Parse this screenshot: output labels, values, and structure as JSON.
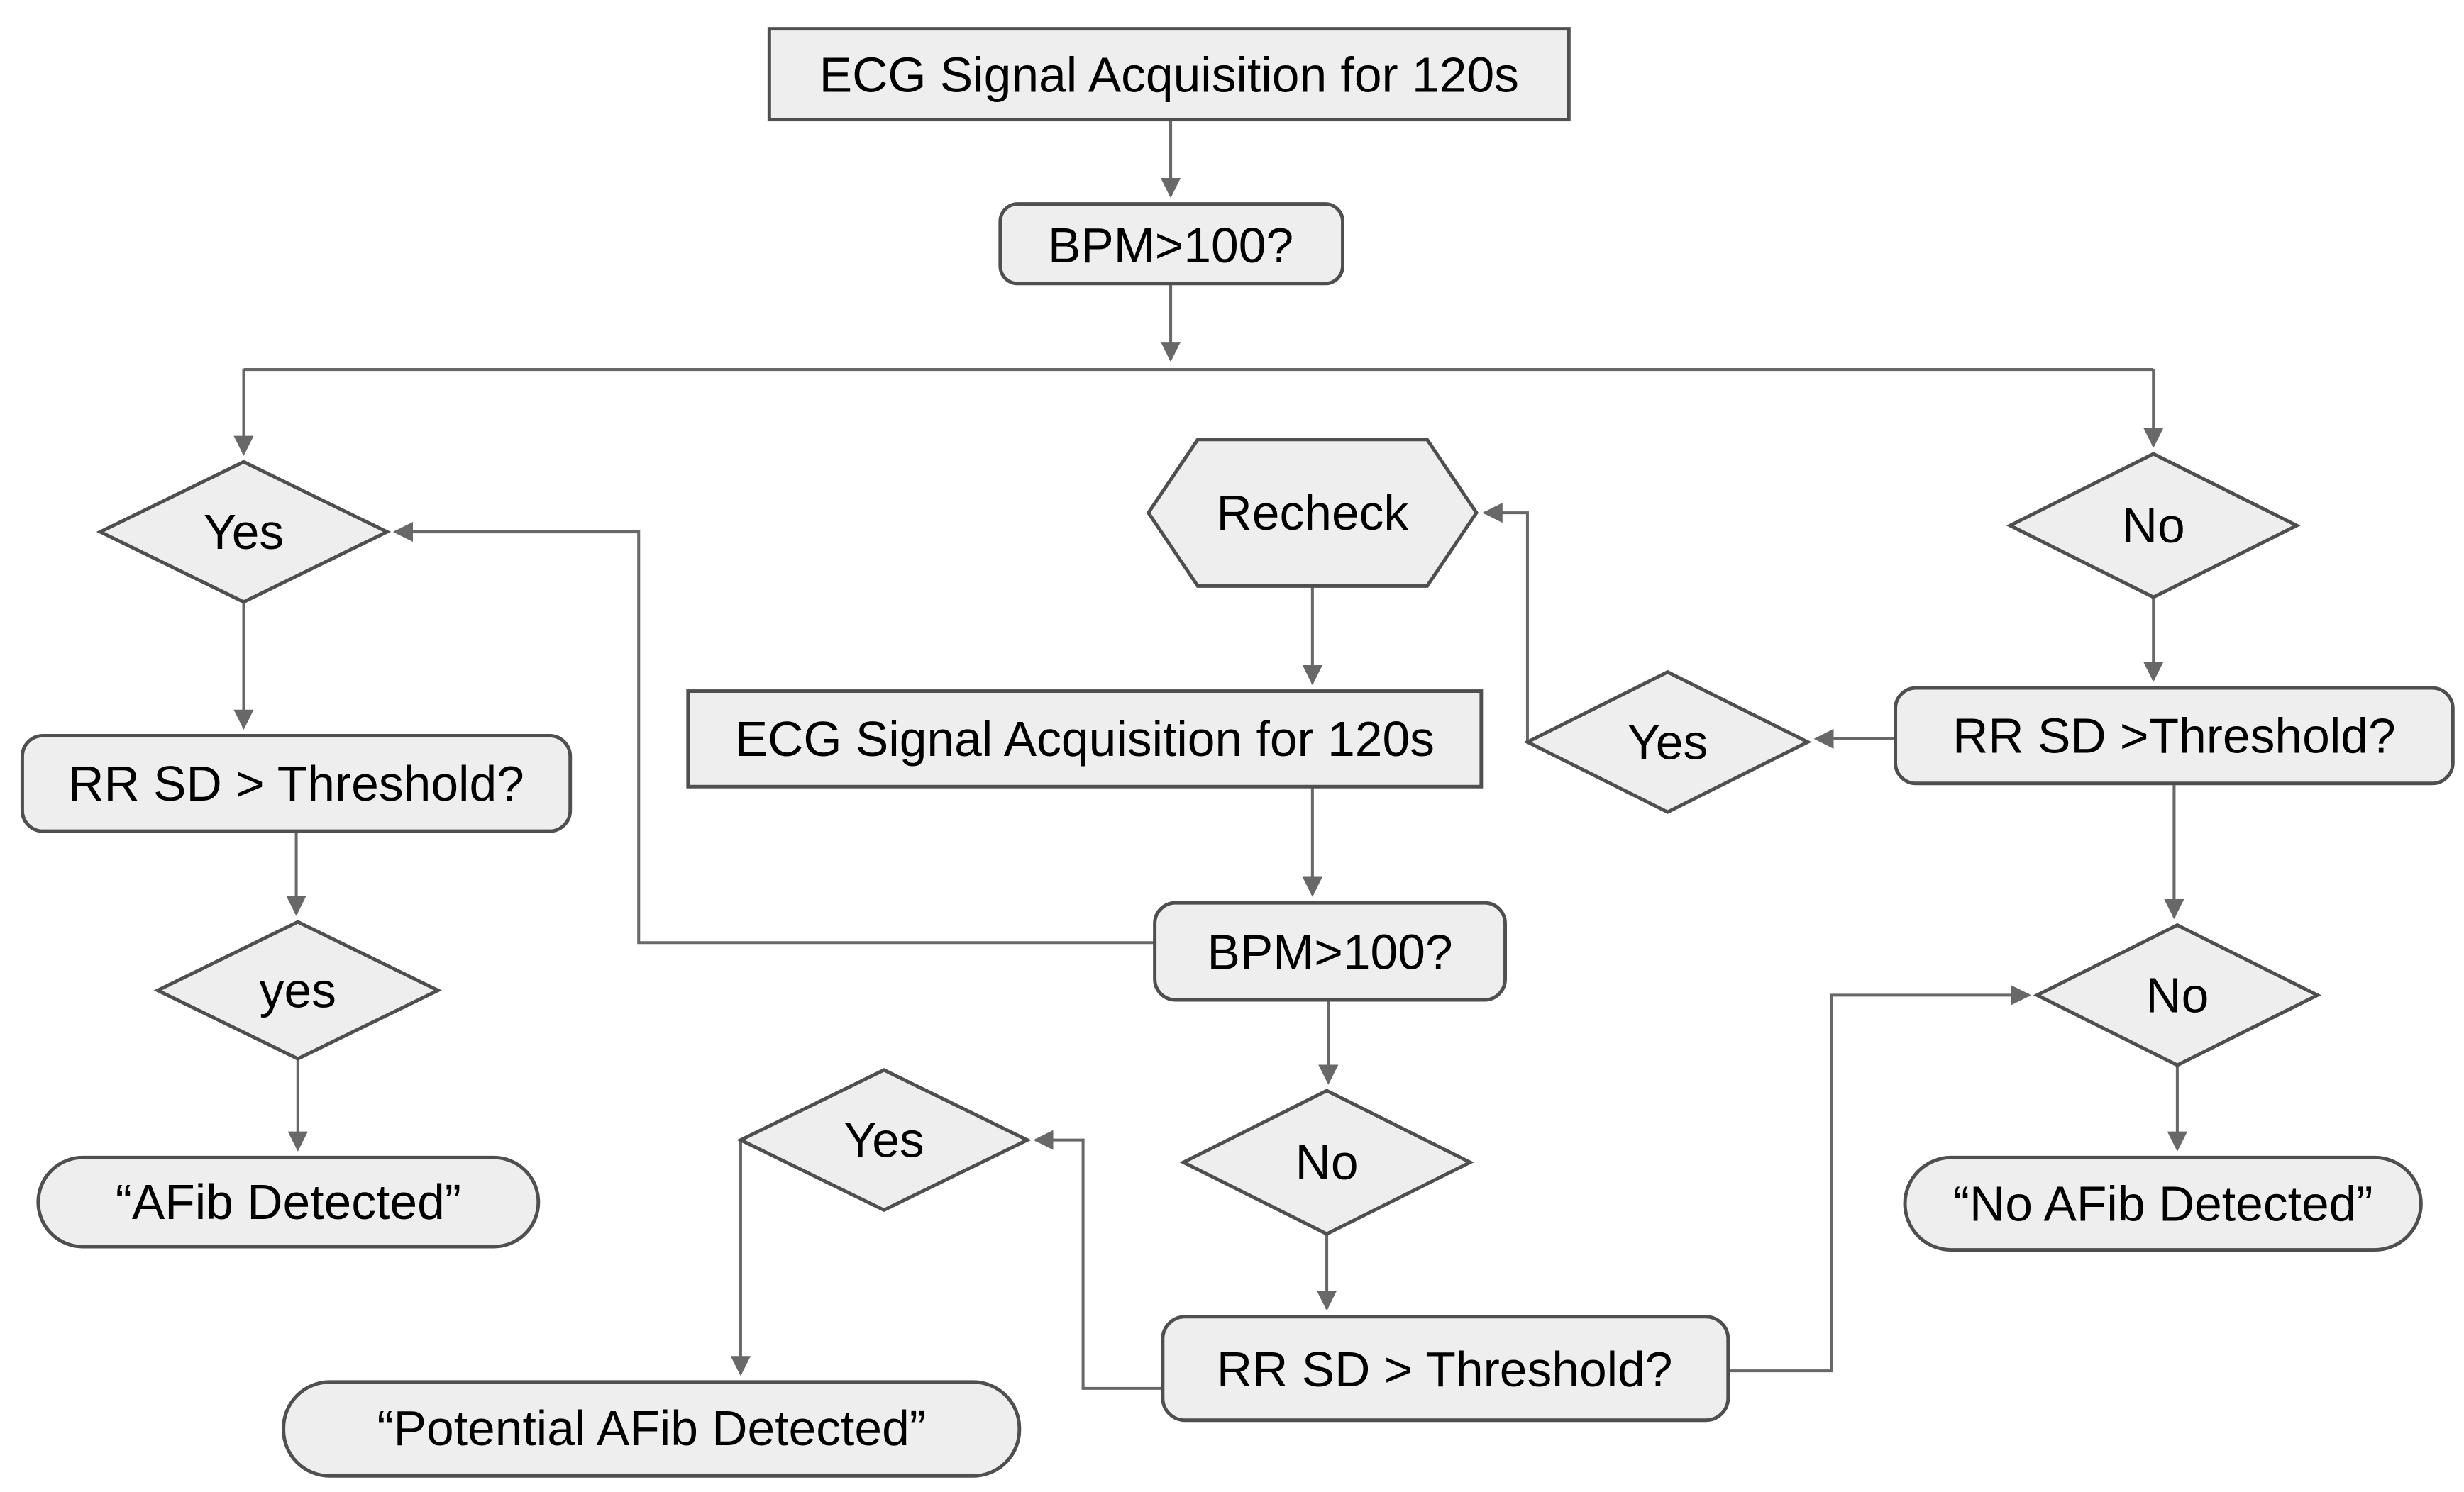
{
  "diagram": {
    "description": "AFib detection algorithm flowchart",
    "colors": {
      "background": "#ffffff",
      "shape-fill": "#eeeeee",
      "shape-stroke": "#4f4f4f",
      "connector": "#686868",
      "text-color": "#000000"
    },
    "nodes": {
      "start_acquisition": {
        "label": "ECG Signal Acquisition for 120s",
        "shape": "rectangle"
      },
      "bpm_check_1": {
        "label": "BPM>100?",
        "shape": "rounded-rectangle"
      },
      "branch_yes": {
        "label": "Yes",
        "shape": "diamond"
      },
      "rr_sd_threshold_left": {
        "label": "RR SD > Threshold?",
        "shape": "rounded-rectangle"
      },
      "yes_lower_left": {
        "label": "yes",
        "shape": "diamond"
      },
      "afib_detected": {
        "label": "“AFib Detected”",
        "shape": "stadium"
      },
      "recheck": {
        "label": "Recheck",
        "shape": "hexagon"
      },
      "acquisition_2": {
        "label": "ECG Signal Acquisition for 120s",
        "shape": "rectangle"
      },
      "bpm_check_2": {
        "label": "BPM>100?",
        "shape": "rounded-rectangle"
      },
      "no_center": {
        "label": "No",
        "shape": "diamond"
      },
      "rr_sd_threshold_bottom": {
        "label": "RR SD > Threshold?",
        "shape": "rounded-rectangle"
      },
      "yes_bottom": {
        "label": "Yes",
        "shape": "diamond"
      },
      "potential_afib": {
        "label": "“Potential AFib  Detected”",
        "shape": "stadium"
      },
      "branch_no": {
        "label": "No",
        "shape": "diamond"
      },
      "rr_sd_threshold_right": {
        "label": "RR SD >Threshold?",
        "shape": "rounded-rectangle"
      },
      "yes_right": {
        "label": "Yes",
        "shape": "diamond"
      },
      "no_right_lower": {
        "label": "No",
        "shape": "diamond"
      },
      "no_afib_detected": {
        "label": "“No AFib Detected”",
        "shape": "stadium"
      }
    },
    "edges": [
      {
        "from": "start_acquisition",
        "to": "bpm_check_1"
      },
      {
        "from": "bpm_check_1",
        "to": "branch_yes"
      },
      {
        "from": "bpm_check_1",
        "to": "branch_no"
      },
      {
        "from": "branch_yes",
        "to": "rr_sd_threshold_left"
      },
      {
        "from": "rr_sd_threshold_left",
        "to": "yes_lower_left"
      },
      {
        "from": "yes_lower_left",
        "to": "afib_detected"
      },
      {
        "from": "bpm_check_2",
        "to": "branch_yes"
      },
      {
        "from": "recheck",
        "to": "acquisition_2"
      },
      {
        "from": "acquisition_2",
        "to": "bpm_check_2"
      },
      {
        "from": "bpm_check_2",
        "to": "no_center"
      },
      {
        "from": "no_center",
        "to": "rr_sd_threshold_bottom"
      },
      {
        "from": "rr_sd_threshold_bottom",
        "to": "yes_bottom"
      },
      {
        "from": "yes_bottom",
        "to": "potential_afib"
      },
      {
        "from": "rr_sd_threshold_bottom",
        "to": "no_right_lower"
      },
      {
        "from": "branch_no",
        "to": "rr_sd_threshold_right"
      },
      {
        "from": "rr_sd_threshold_right",
        "to": "yes_right"
      },
      {
        "from": "yes_right",
        "to": "recheck"
      },
      {
        "from": "rr_sd_threshold_right",
        "to": "no_right_lower"
      },
      {
        "from": "no_right_lower",
        "to": "no_afib_detected"
      }
    ]
  }
}
